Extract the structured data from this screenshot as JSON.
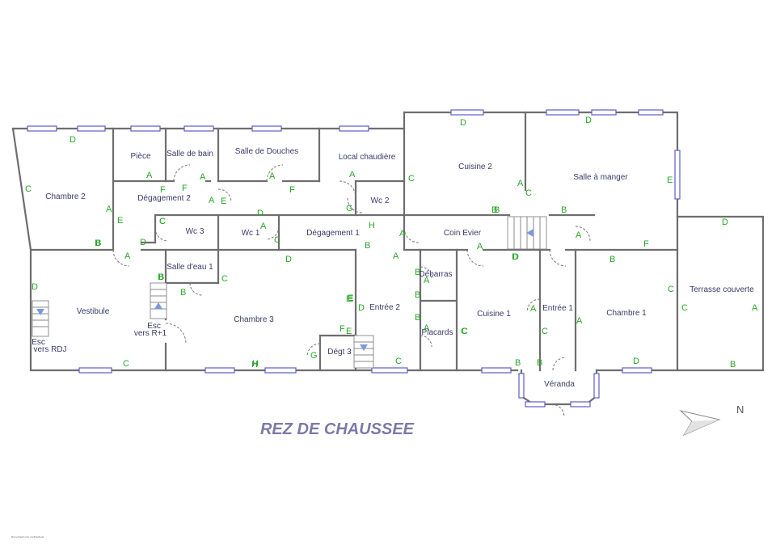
{
  "title": "REZ DE CHAUSSEE",
  "north_label": "N",
  "footnote": "Document non contractuel",
  "colors": {
    "walls": "#6e6e6e",
    "windows": "#5c5cc8",
    "wall_labels": "#27a827",
    "room_labels": "#3a3a6a"
  },
  "rooms": [
    {
      "label": "Pièce"
    },
    {
      "label": "Salle de bain"
    },
    {
      "label": "Salle de Douches"
    },
    {
      "label": "Local chaudière"
    },
    {
      "label": "Cuisine 2"
    },
    {
      "label": "Salle à manger"
    },
    {
      "label": "Chambre 2"
    },
    {
      "label": "Dégagement 2"
    },
    {
      "label": "Wc 2"
    },
    {
      "label": "Wc 3"
    },
    {
      "label": "Wc 1"
    },
    {
      "label": "Dégagement 1"
    },
    {
      "label": "Coin Evier"
    },
    {
      "label": "Salle d'eau 1"
    },
    {
      "label": "Vestibule"
    },
    {
      "label": "Esc vers R+1"
    },
    {
      "label": "Chambre 3"
    },
    {
      "label": "Entrée 2"
    },
    {
      "label": "Débarras"
    },
    {
      "label": "Placards"
    },
    {
      "label": "Cuisine 1"
    },
    {
      "label": "Entrée 1"
    },
    {
      "label": "Chambre 1"
    },
    {
      "label": "Terrasse couverte"
    },
    {
      "label": "Esc vers RDJ"
    },
    {
      "label": "Dégt 3"
    },
    {
      "label": "Véranda"
    }
  ],
  "wall_labels": [
    "D",
    "C",
    "B",
    "E",
    "A",
    "F",
    "A",
    "A",
    "A",
    "F",
    "A",
    "A",
    "C",
    "E",
    "G",
    "H",
    "D",
    "C",
    "D",
    "B",
    "B",
    "C",
    "E",
    "A",
    "F",
    "F",
    "E",
    "D",
    "C",
    "B",
    "B",
    "C",
    "A",
    "D",
    "B",
    "D",
    "B",
    "A",
    "E",
    "D",
    "B",
    "A",
    "H",
    "B",
    "A",
    "F",
    "G",
    "C",
    "D",
    "B",
    "C",
    "C",
    "A",
    "B",
    "D",
    "A",
    "B",
    "C",
    "A",
    "D",
    "C",
    "A",
    "D",
    "B",
    "B",
    "A",
    "A",
    "B",
    "C",
    "E",
    "C",
    "D",
    "B",
    "H",
    "E",
    "B",
    "A",
    "F",
    "C"
  ]
}
